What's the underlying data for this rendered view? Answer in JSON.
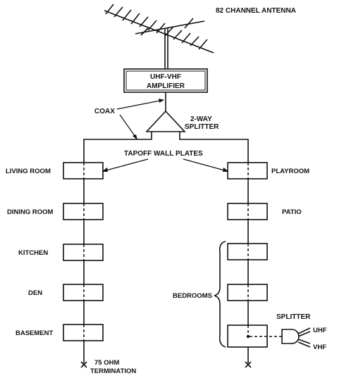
{
  "antenna": {
    "label": "82 CHANNEL ANTENNA"
  },
  "amplifier": {
    "line1": "UHF-VHF",
    "line2": "AMPLIFIER"
  },
  "coax": {
    "label": "COAX"
  },
  "splitter_main": {
    "line1": "2-WAY",
    "line2": "SPLITTER"
  },
  "wall_plates": {
    "label": "TAPOFF WALL PLATES"
  },
  "left_rooms": [
    "LIVING ROOM",
    "DINING ROOM",
    "KITCHEN",
    "DEN",
    "BASEMENT"
  ],
  "right_rooms": {
    "playroom": "PLAYROOM",
    "patio": "PATIO",
    "bedrooms": "BEDROOMS"
  },
  "termination": {
    "line1": "75 OHM",
    "line2": "TERMINATION"
  },
  "room_splitter": {
    "label": "SPLITTER",
    "out1": "UHF",
    "out2": "VHF"
  }
}
